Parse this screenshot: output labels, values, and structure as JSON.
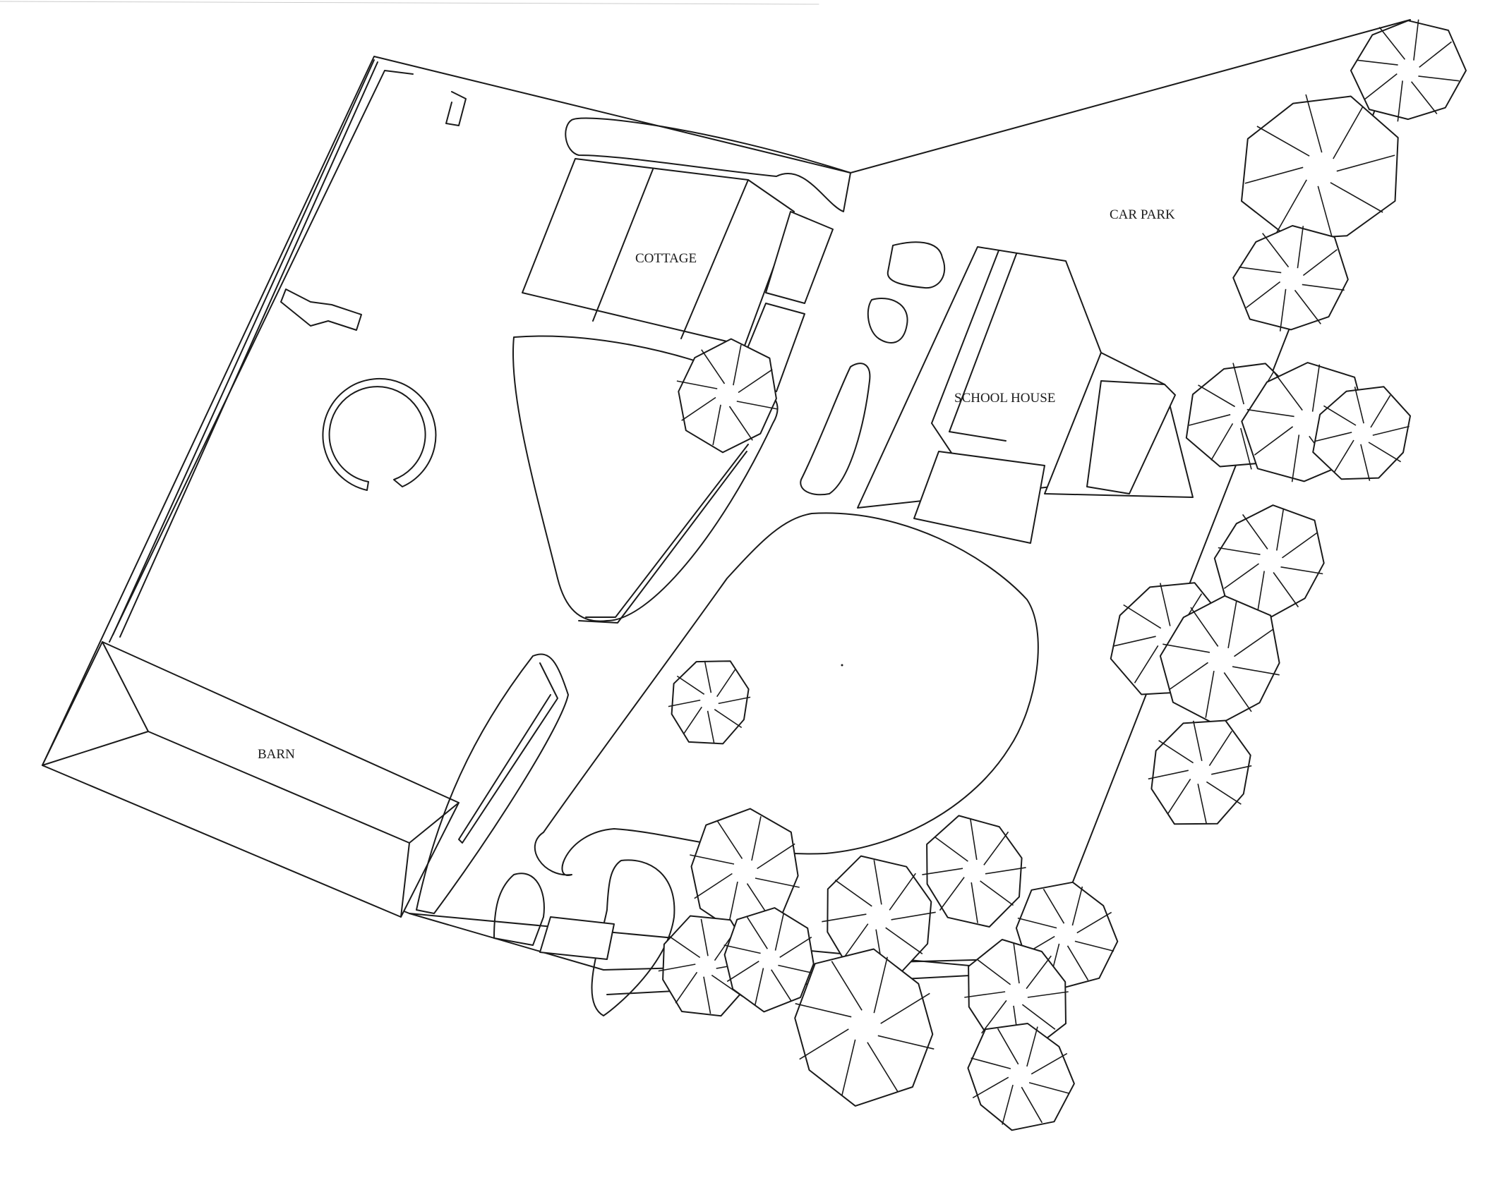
{
  "labels": {
    "cottage": "COTTAGE",
    "school_house": "SCHOOL HOUSE",
    "car_park": "CAR PARK",
    "barn": "BARN"
  },
  "colors": {
    "ink": "#1a1a1a",
    "paper": "#ffffff"
  },
  "icons": {
    "tree": "tree-icon"
  }
}
